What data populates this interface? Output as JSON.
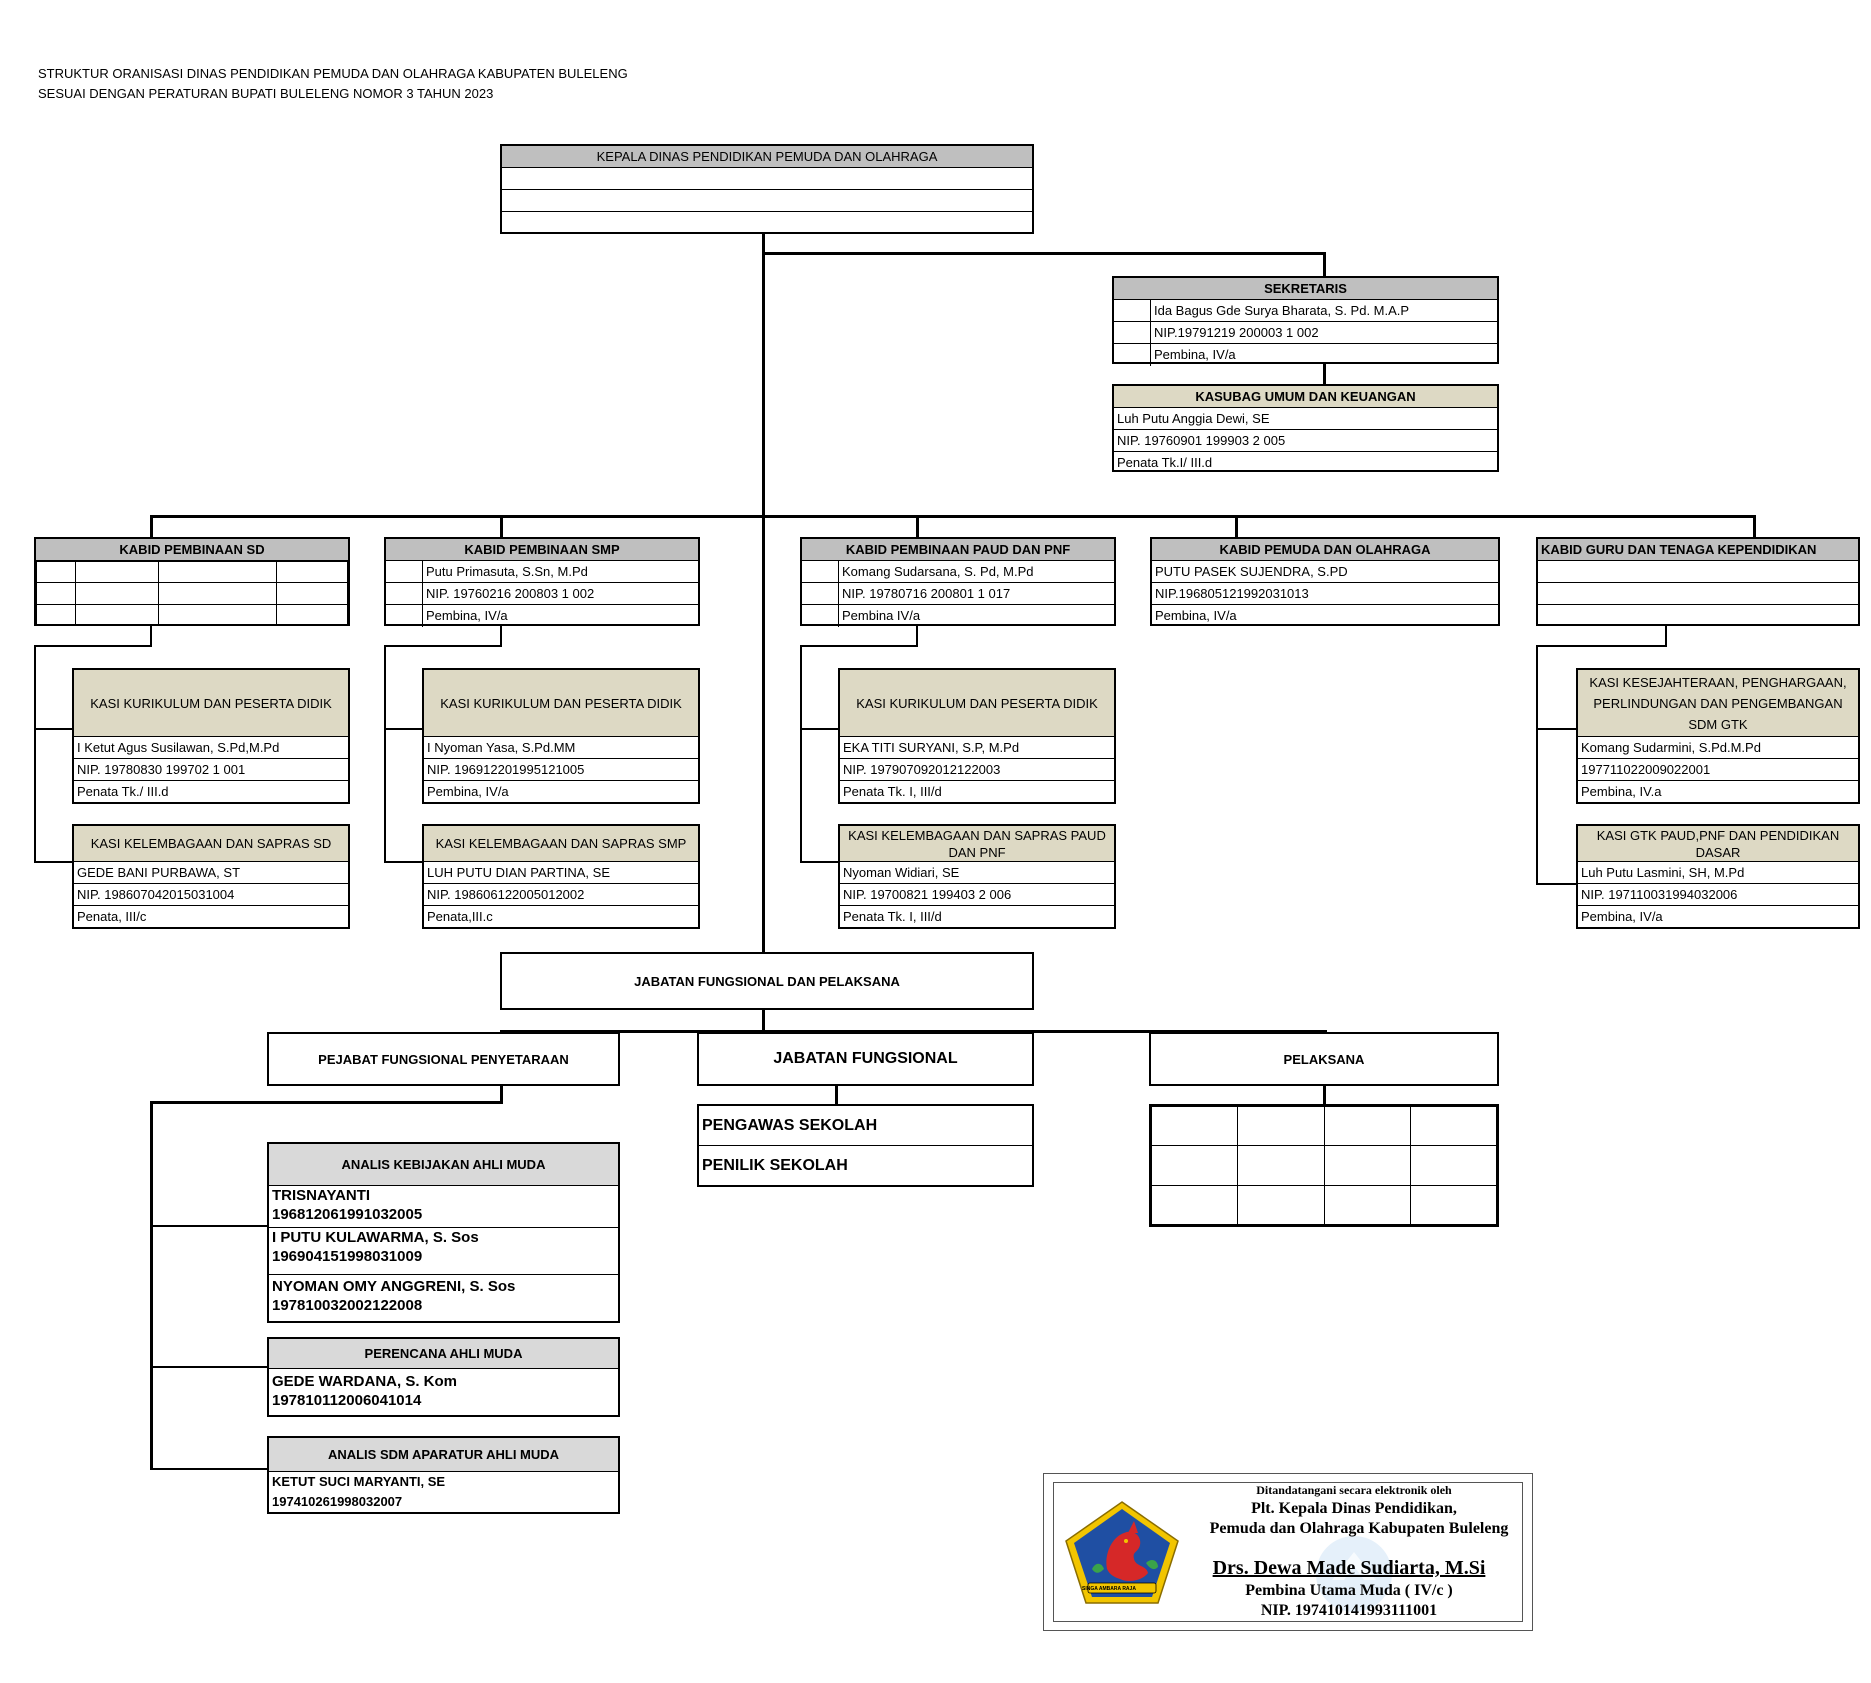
{
  "header": {
    "line1": "STRUKTUR ORANISASI DINAS PENDIDIKAN PEMUDA DAN OLAHRAGA KABUPATEN BULELENG",
    "line2": "SESUAI DENGAN PERATURAN BUPATI BULELENG NOMOR 3 TAHUN 2023"
  },
  "kepala": {
    "title": "KEPALA DINAS PENDIDIKAN PEMUDA DAN OLAHRAGA"
  },
  "sekretaris": {
    "title": "SEKRETARIS",
    "name": "Ida Bagus Gde Surya Bharata, S. Pd. M.A.P",
    "nip": "NIP.19791219 200003 1 002",
    "rank": "Pembina, IV/a"
  },
  "kasubag": {
    "title": "KASUBAG UMUM DAN KEUANGAN",
    "name": "Luh Putu Anggia Dewi, SE",
    "nip": "NIP. 19760901 199903 2 005",
    "rank": "Penata Tk.I/ III.d"
  },
  "kabid": {
    "sd": {
      "title": "KABID PEMBINAAN SD"
    },
    "smp": {
      "title": "KABID PEMBINAAN SMP",
      "name": "Putu Primasuta, S.Sn, M.Pd",
      "nip": "NIP.  19760216 200803 1 002",
      "rank": "Pembina, IV/a"
    },
    "paud": {
      "title": "KABID PEMBINAAN PAUD DAN PNF",
      "name": "Komang Sudarsana, S. Pd, M.Pd",
      "nip": "NIP. 19780716 200801 1 017",
      "rank": "Pembina IV/a"
    },
    "pemuda": {
      "title": "KABID PEMUDA DAN OLAHRAGA",
      "name": "PUTU PASEK SUJENDRA, S.PD",
      "nip": "NIP.196805121992031013",
      "rank": "Pembina, IV/a"
    },
    "guru": {
      "title": "KABID GURU DAN TENAGA KEPENDIDIKAN"
    }
  },
  "kasi": {
    "sd_kur": {
      "title": "KASI KURIKULUM  DAN PESERTA DIDIK",
      "name": "I Ketut Agus Susilawan, S.Pd,M.Pd",
      "nip": "NIP. 19780830 199702 1 001",
      "rank": "Penata Tk./ III.d"
    },
    "sd_lem": {
      "title": "KASI KELEMBAGAAN DAN SAPRAS  SD",
      "name": "GEDE BANI PURBAWA, ST",
      "nip": "NIP. 198607042015031004",
      "rank": "Penata, III/c"
    },
    "smp_kur": {
      "title": "KASI KURIKULUM  DAN PESERTA DIDIK",
      "name": "I Nyoman Yasa, S.Pd.MM",
      "nip": "NIP.  196912201995121005",
      "rank": "Pembina, IV/a"
    },
    "smp_lem": {
      "title": "KASI KELEMBAGAAN DAN SAPRAS  SMP",
      "name": "LUH PUTU DIAN PARTINA, SE",
      "nip": "NIP. 198606122005012002",
      "rank": "Penata,III.c"
    },
    "paud_kur": {
      "title": "KASI KURIKULUM  DAN PESERTA DIDIK",
      "name": "EKA TITI SURYANI, S.P, M.Pd",
      "nip": "NIP. 197907092012122003",
      "rank": "Penata Tk. I, III/d"
    },
    "paud_lem": {
      "title": "KASI KELEMBAGAAN DAN SAPRAS  PAUD DAN PNF",
      "name": "Nyoman Widiari, SE",
      "nip": "NIP. 19700821 199403 2 006",
      "rank": "Penata Tk. I, III/d"
    },
    "guru_kes": {
      "title": "KASI KESEJAHTERAAN, PENGHARGAAN, PERLINDUNGAN DAN PENGEMBANGAN SDM GTK",
      "name": "Komang Sudarmini, S.Pd.M.Pd",
      "nip": "197711022009022001",
      "rank": "Pembina, IV.a"
    },
    "guru_gtk": {
      "title": "KASI GTK  PAUD,PNF DAN PENDIDIKAN DASAR",
      "name": "Luh Putu Lasmini, SH, M.Pd",
      "nip": "NIP.  197110031994032006",
      "rank": "Pembina, IV/a"
    }
  },
  "fungsional": {
    "main": "JABATAN FUNGSIONAL DAN PELAKSANA",
    "pejabat": "PEJABAT FUNGSIONAL PENYETARAAN",
    "jabatan": "JABATAN FUNGSIONAL",
    "pelaksana": "PELAKSANA",
    "pengawas": "PENGAWAS SEKOLAH",
    "penilik": "PENILIK SEKOLAH"
  },
  "analis_kebijakan": {
    "title": "ANALIS KEBIJAKAN AHLI MUDA",
    "p1_name": "TRISNAYANTI",
    "p1_nip": "196812061991032005",
    "p2_name": "I PUTU KULAWARMA, S. Sos",
    "p2_nip": "196904151998031009",
    "p3_name": "NYOMAN OMY ANGGRENI, S. Sos",
    "p3_nip": "197810032002122008"
  },
  "perencana": {
    "title": "PERENCANA AHLI MUDA",
    "name": "GEDE WARDANA, S. Kom",
    "nip": "197810112006041014"
  },
  "analis_sdm": {
    "title": "ANALIS SDM APARATUR AHLI MUDA",
    "name": "KETUT SUCI MARYANTI, SE",
    "nip": "197410261998032007"
  },
  "signature": {
    "line1": "Ditandatangani secara elektronik oleh",
    "line2": "Plt. Kepala Dinas Pendidikan,",
    "line3": "Pemuda dan Olahraga Kabupaten Buleleng",
    "name": "Drs. Dewa Made Sudiarta, M.Si",
    "rank": "Pembina Utama Muda ( IV/c )",
    "nip": "NIP. 197410141993111001",
    "seal_text": "SINGA AMBARA RAJA"
  },
  "colors": {
    "gray": "#bfbfbf",
    "beige": "#ddd9c4",
    "light_gray": "#d9d9d9",
    "seal_blue": "#1f4fa3",
    "seal_red": "#d62828",
    "seal_yellow": "#f2c500"
  }
}
